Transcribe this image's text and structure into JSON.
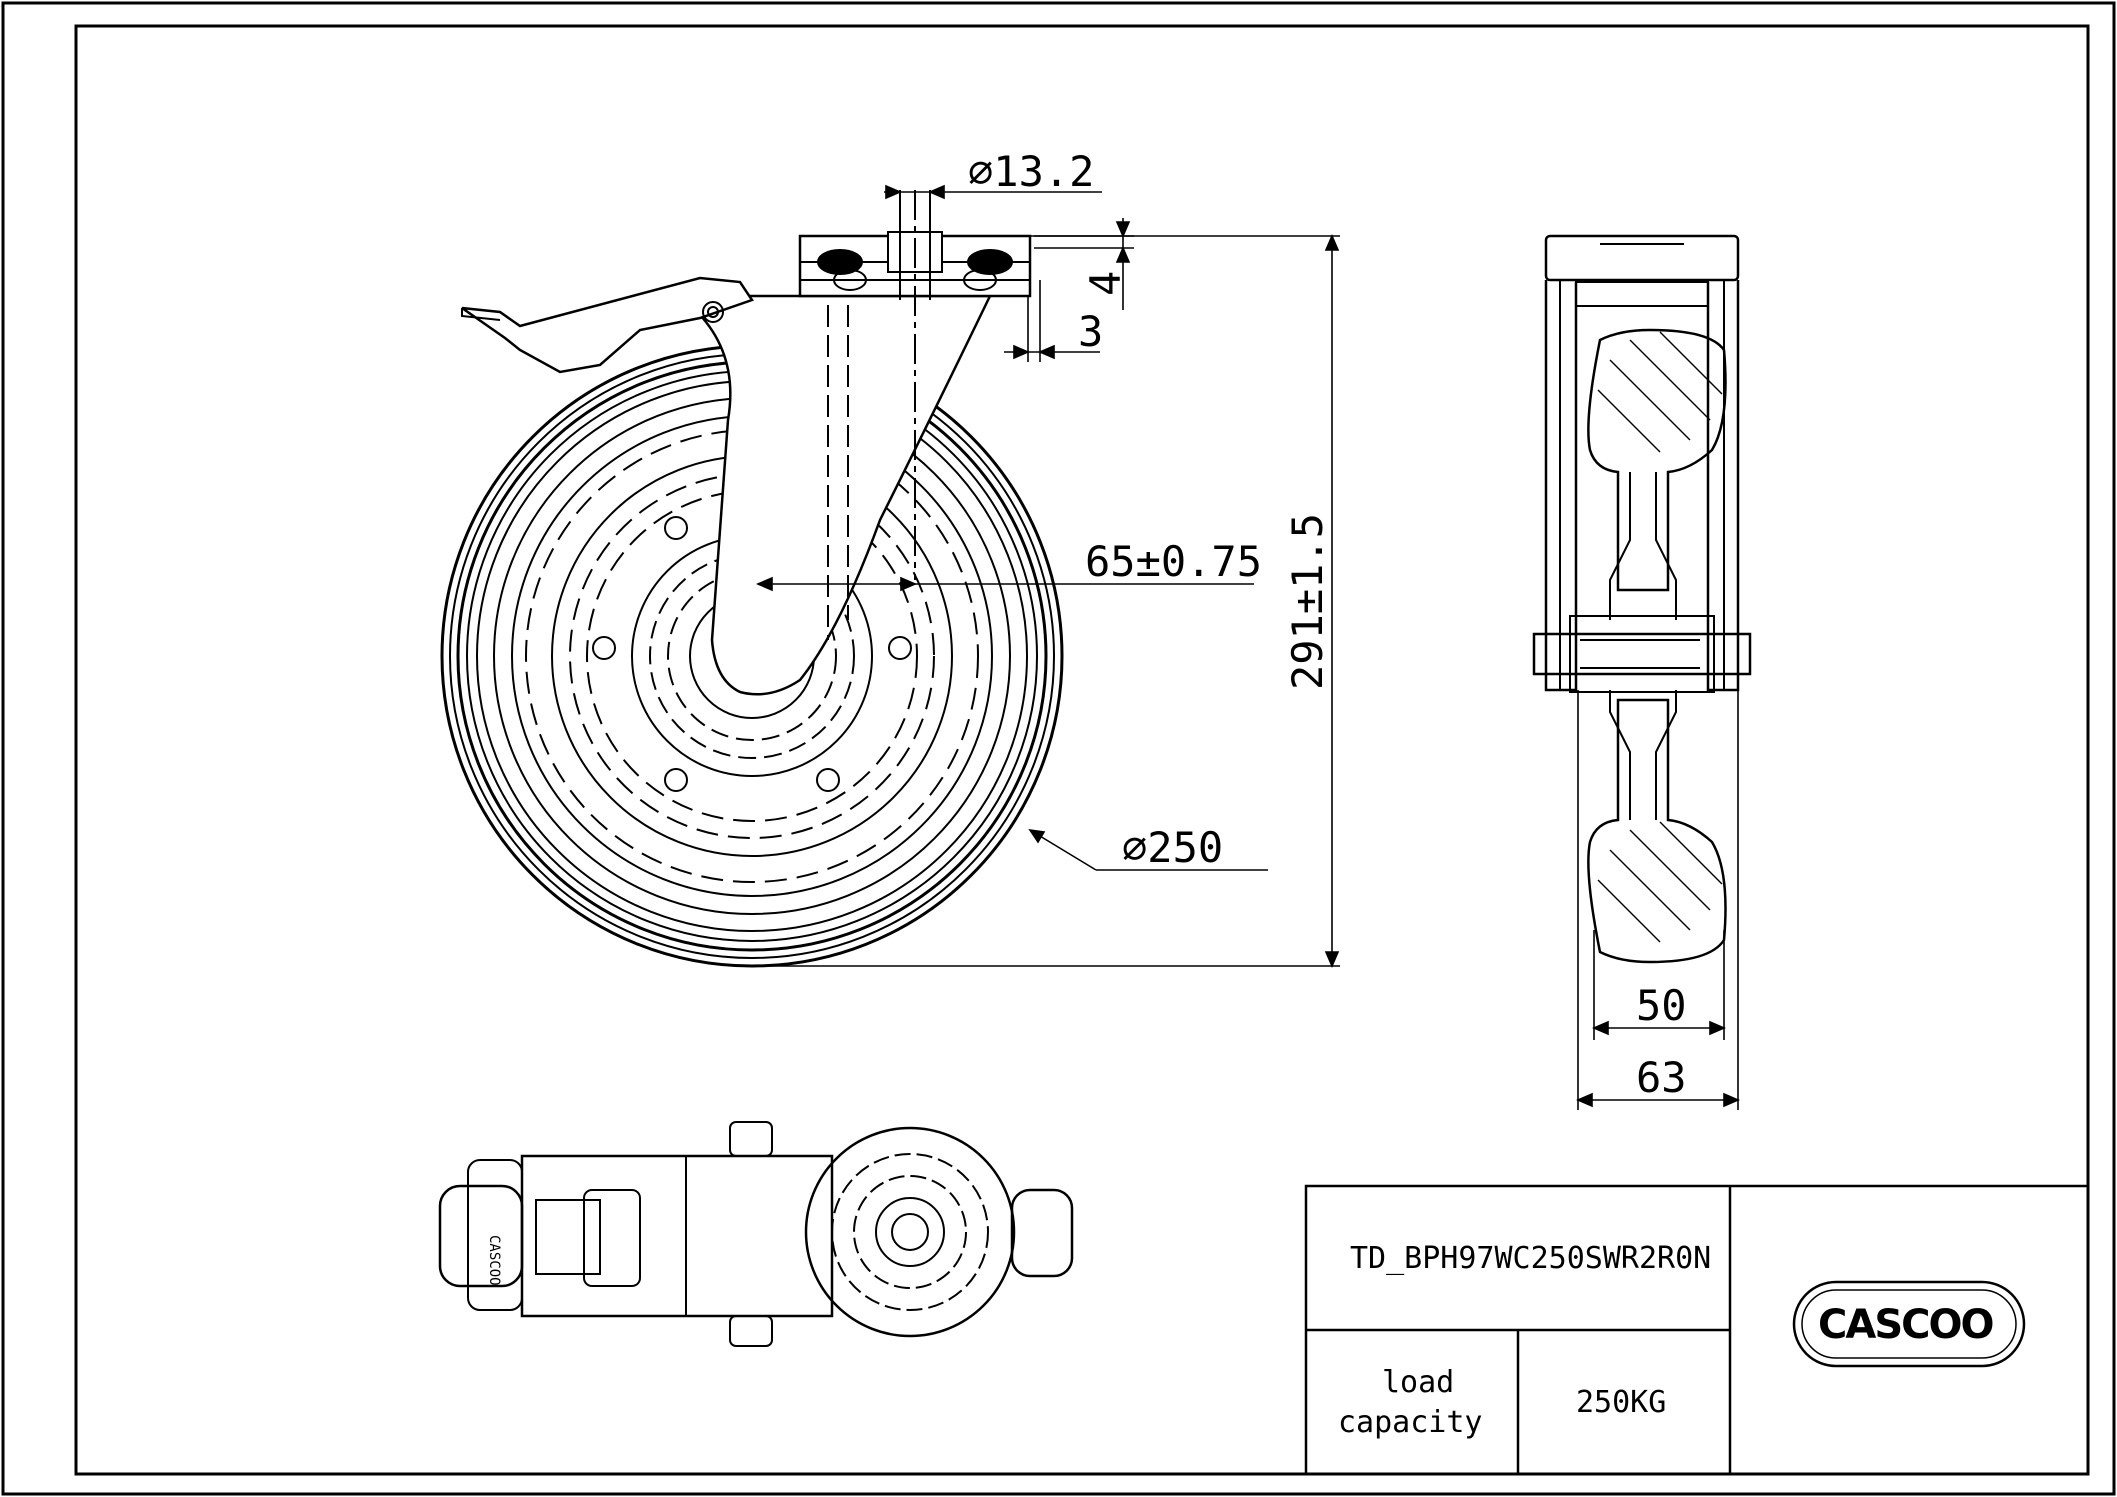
{
  "drawing": {
    "dimensions": {
      "stem_diameter": "⌀13.2",
      "plate_thickness_a": "4",
      "plate_thickness_b": "3",
      "offset": "65±0.75",
      "wheel_diameter": "⌀250",
      "total_height": "291±1.5",
      "tread_width": "50",
      "fork_width": "63"
    }
  },
  "title_block": {
    "part_number": "TD_BPH97WC250SWR2R0N",
    "load_label_line1": "load",
    "load_label_line2": "capacity",
    "load_value": "250KG",
    "logo_text": "CASCOO"
  },
  "colors": {
    "line": "#000000",
    "background": "#ffffff"
  }
}
